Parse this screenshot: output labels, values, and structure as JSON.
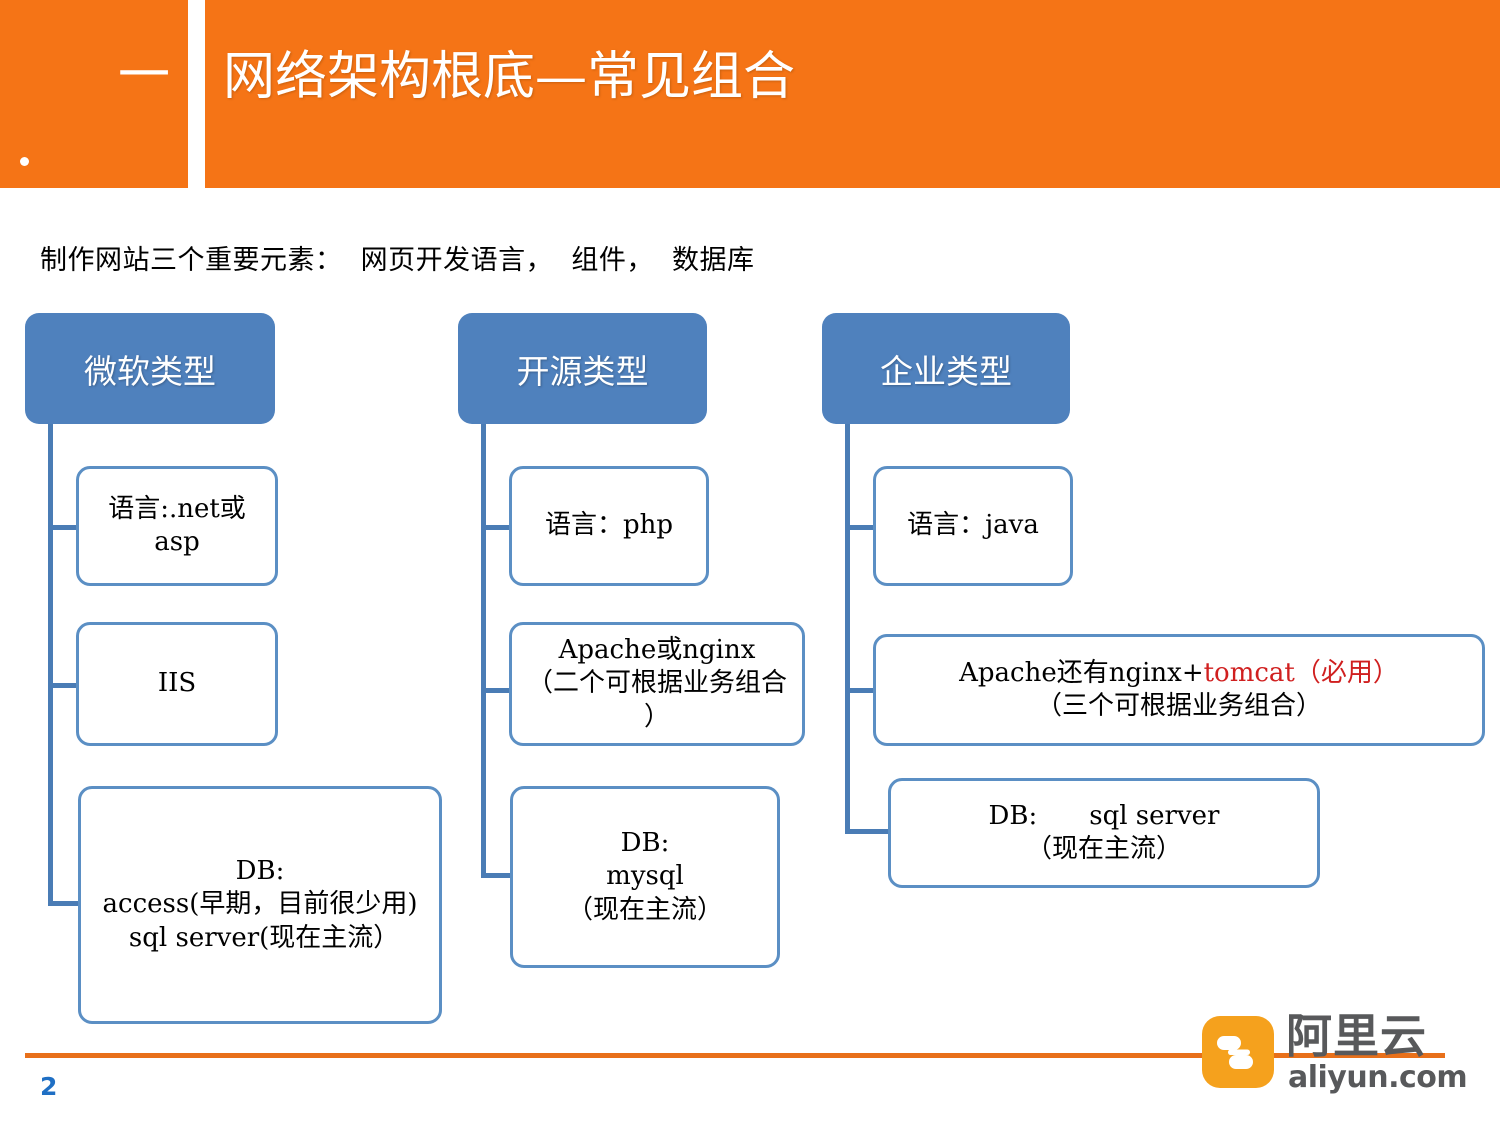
{
  "header": {
    "index_label": "一",
    "title": "网络架构根底—常见组合",
    "bullet_dot": "dot"
  },
  "subtitle": "制作网站三个重要元素：  网页开发语言，  组件，  数据库",
  "columns": [
    {
      "category": "微软类型",
      "items": [
        {
          "text": "语言:.net或\nasp"
        },
        {
          "text": "IIS"
        },
        {
          "text": "DB:\naccess(早期，目前很少用)\n sql server(现在主流）"
        }
      ]
    },
    {
      "category": "开源类型",
      "items": [
        {
          "text": "语言：php"
        },
        {
          "text": "Apache或nginx\n（二个可根据业务组合\n）"
        },
        {
          "text": "DB:\nmysql\n（现在主流）"
        }
      ]
    },
    {
      "category": "企业类型",
      "items": [
        {
          "text": "语言：java"
        },
        {
          "line1_black": "Apache还有nginx+",
          "line1_red": "tomcat（必用）",
          "line2": "（三个可根据业务组合）"
        },
        {
          "text": "DB:　　sql server\n（现在主流）"
        }
      ]
    }
  ],
  "footer": {
    "page_number": "2",
    "logo_cn": "阿里云",
    "logo_en": "aliyun.com"
  },
  "colors": {
    "header_orange": "#f57416",
    "category_blue": "#4f81bd",
    "connector_blue": "#4a7cb5",
    "box_border": "#5b8fc4",
    "accent_red": "#d01f1f",
    "footer_orange": "#e8701a",
    "page_number_blue": "#1f6fc4",
    "logo_orange": "#f5a11d",
    "logo_gray": "#58595b"
  }
}
